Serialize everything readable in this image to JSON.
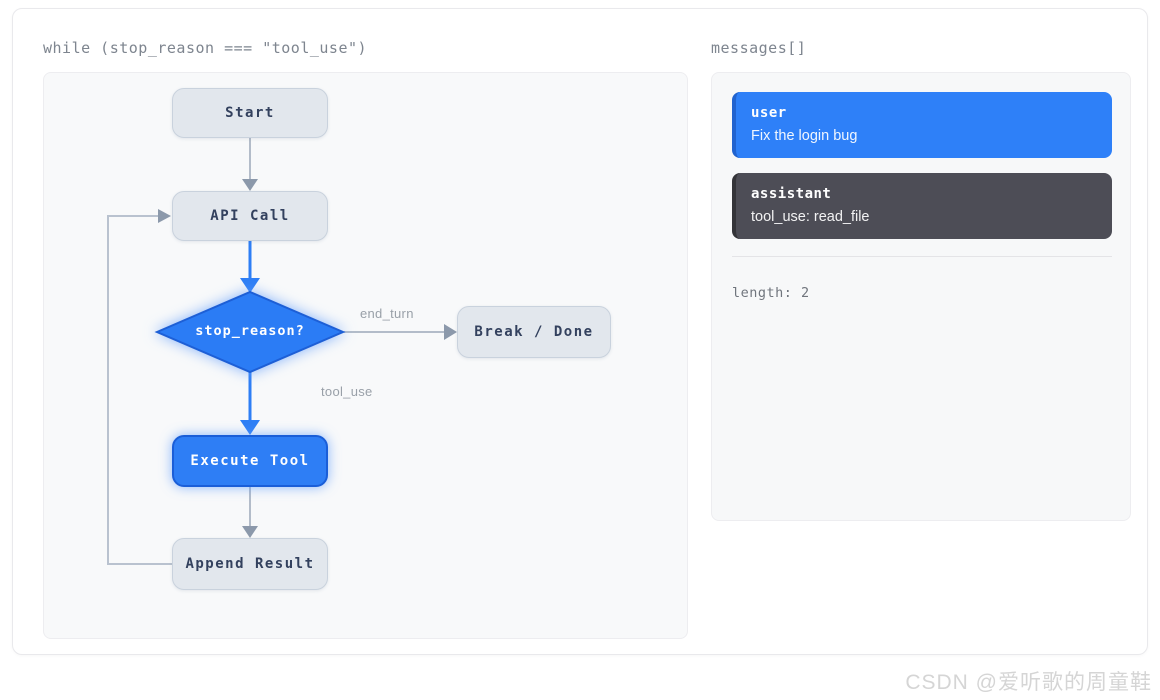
{
  "header": {
    "left_title": "while (stop_reason === \"tool_use\")",
    "right_title": "messages[]"
  },
  "flowchart": {
    "nodes": {
      "start": "Start",
      "api_call": "API Call",
      "decision": "stop_reason?",
      "break_done": "Break / Done",
      "execute_tool": "Execute Tool",
      "append_result": "Append Result"
    },
    "edge_labels": {
      "end_turn": "end_turn",
      "tool_use": "tool_use"
    }
  },
  "messages": {
    "items": [
      {
        "role": "user",
        "content": "Fix the login bug"
      },
      {
        "role": "assistant",
        "content": "tool_use: read_file"
      }
    ],
    "length_label": "length: 2"
  },
  "watermark": "CSDN @爱听歌的周童鞋",
  "colors": {
    "accent_blue": "#2e7ef5",
    "accent_blue_dark": "#1a5ed8",
    "node_gray": "#e2e7ed",
    "assistant_dark": "#4d4d56",
    "connector_gray": "#b3bcc9"
  }
}
